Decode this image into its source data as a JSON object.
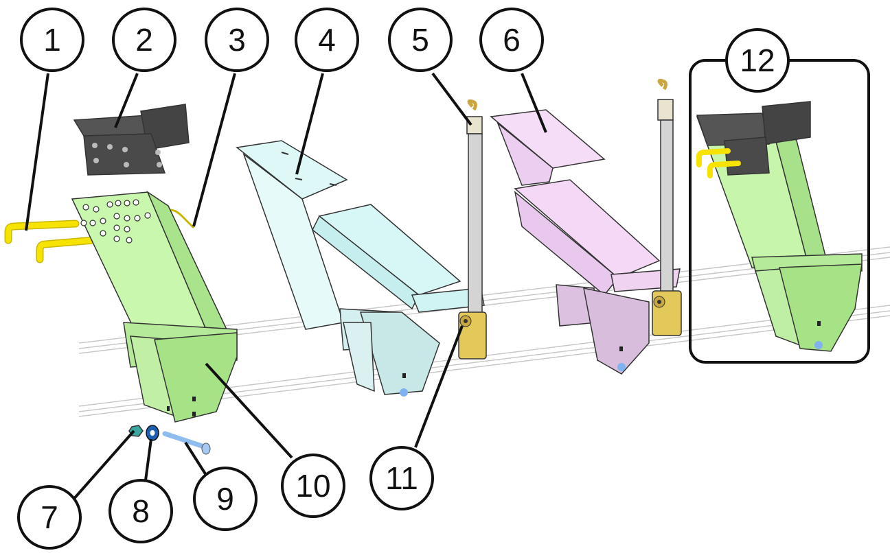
{
  "diagram": {
    "callouts": [
      {
        "label": "1"
      },
      {
        "label": "2"
      },
      {
        "label": "3"
      },
      {
        "label": "4"
      },
      {
        "label": "5"
      },
      {
        "label": "6"
      },
      {
        "label": "7"
      },
      {
        "label": "8"
      },
      {
        "label": "9"
      },
      {
        "label": "10"
      },
      {
        "label": "11"
      },
      {
        "label": "12"
      }
    ],
    "colors": {
      "green_bracket": "#b9f39a",
      "cyan_bracket": "#d8f7f7",
      "pink_bracket": "#f4d6f6",
      "dark_plate": "#4a4a4a",
      "yellow_pins": "#f7e300",
      "strap_gray": "#d4d4d4",
      "buckle_gold": "#e3c85a",
      "hardware_blue": "#7fb2ee"
    }
  }
}
